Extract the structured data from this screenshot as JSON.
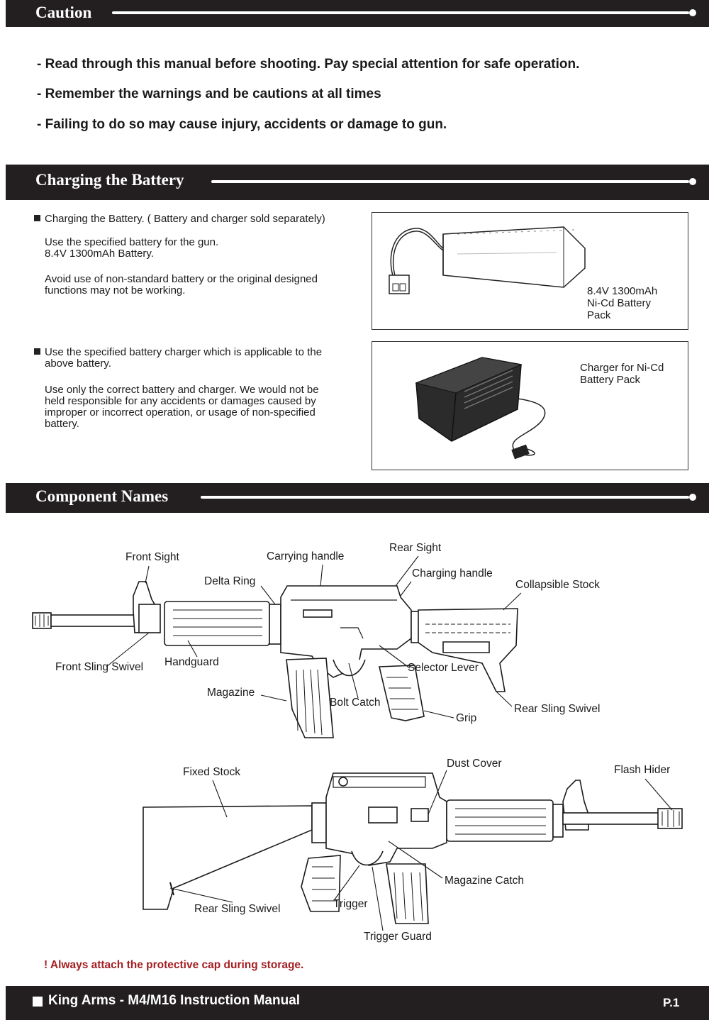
{
  "caution": {
    "title": "Caution",
    "lines": [
      "- Read through this manual before shooting. Pay special attention for safe operation.",
      "- Remember the warnings and be cautions at all times",
      "- Failing to do so may cause injury, accidents or damage to gun."
    ]
  },
  "charging": {
    "title": "Charging the Battery",
    "battery_heading": "Charging the Battery. ( Battery and charger sold separately)",
    "battery_text_1a": "Use the specified battery for the gun.",
    "battery_text_1b": "8.4V 1300mAh Battery.",
    "battery_text_2a": "Avoid use of non-standard battery or the original designed",
    "battery_text_2b": "functions may not be working.",
    "charger_heading_a": "Use the specified battery charger which is applicable to the",
    "charger_heading_b": "above battery.",
    "charger_text_a": "Use only the correct battery and charger. We would not be",
    "charger_text_b": "held responsible for any accidents or damages caused by",
    "charger_text_c": "improper or incorrect operation, or usage of non-specified",
    "charger_text_d": "battery.",
    "battery_label_a": "8.4V 1300mAh",
    "battery_label_b": "Ni-Cd Battery",
    "battery_label_c": "Pack",
    "charger_label_a": "Charger for Ni-Cd",
    "charger_label_b": "Battery Pack"
  },
  "components": {
    "title": "Component Names",
    "m4_labels": {
      "front_sight": "Front Sight",
      "carrying_handle": "Carrying handle",
      "rear_sight": "Rear Sight",
      "delta_ring": "Delta Ring",
      "charging_handle": "Charging handle",
      "collapsible_stock": "Collapsible Stock",
      "front_sling_swivel": "Front Sling Swivel",
      "handguard": "Handguard",
      "selector_lever": "Selector Lever",
      "magazine": "Magazine",
      "bolt_catch": "Bolt Catch",
      "rear_sling_swivel": "Rear Sling Swivel",
      "grip": "Grip"
    },
    "m16_labels": {
      "fixed_stock": "Fixed Stock",
      "dust_cover": "Dust Cover",
      "flash_hider": "Flash Hider",
      "magazine_catch": "Magazine Catch",
      "rear_sling_swivel": "Rear Sling Swivel",
      "trigger": "Trigger",
      "trigger_guard": "Trigger Guard"
    },
    "warning": "! Always attach the protective cap during storage."
  },
  "footer": {
    "title": "King Arms - M4/M16 Instruction Manual",
    "page": "P.1"
  },
  "colors": {
    "bar": "#231f20",
    "warning": "#a41e22"
  }
}
